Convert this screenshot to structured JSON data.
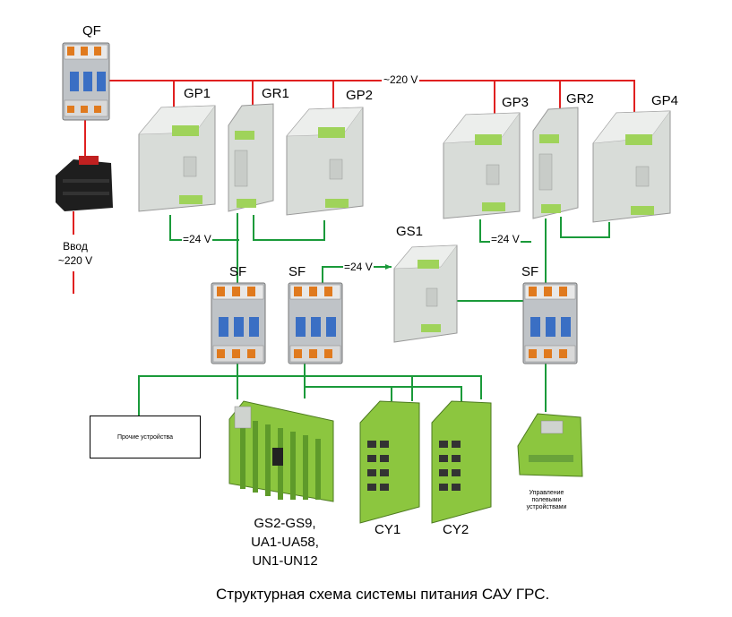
{
  "labels": {
    "qf": "QF",
    "gp1": "GP1",
    "gr1": "GR1",
    "gp2": "GP2",
    "gp3": "GP3",
    "gr2": "GR2",
    "gp4": "GP4",
    "ac_line": "~220 V",
    "input_line1": "Ввод",
    "input_line2": "~220 V",
    "dc_left": "=24 V",
    "dc_right": "=24 V",
    "dc_gs1": "=24 V",
    "gs1": "GS1",
    "sf1": "SF",
    "sf2": "SF",
    "sf3": "SF",
    "other_devices": "Прочие устройства",
    "modules_line1": "GS2-GS9,",
    "modules_line2": "UA1-UA58,",
    "modules_line3": "UN1-UN12",
    "cy1": "CY1",
    "cy2": "CY2",
    "field_devices_line1": "Управление",
    "field_devices_line2": "полевыми",
    "field_devices_line3": "устройствами",
    "caption": "Структурная схема системы питания САУ ГРС."
  },
  "colors": {
    "ac_wire": "#e02020",
    "dc_wire": "#1a9a3a",
    "psu_body": "#d8dcd8",
    "psu_green": "#9fd35a",
    "breaker_gray": "#bfc3c7",
    "breaker_blue": "#3a6fc4",
    "breaker_orange": "#e07a1e",
    "switch_green": "#8cc63f",
    "spd_black": "#1e1e1e"
  }
}
